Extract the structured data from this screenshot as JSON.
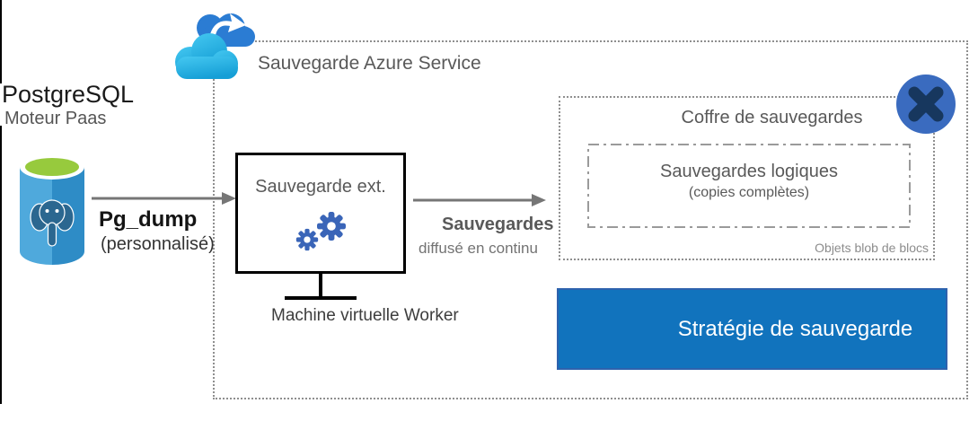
{
  "source": {
    "title": "PostgreSQL",
    "subtitle": "Moteur Paas",
    "icon": "postgresql-database-icon"
  },
  "flow1": {
    "label": "Pg_dump",
    "sublabel": "(personnalisé)"
  },
  "azure_service": {
    "label": "Sauvegarde Azure Service",
    "icon": "azure-backup-cloud-icon"
  },
  "worker": {
    "box_label": "Sauvegarde ext.",
    "caption": "Machine virtuelle Worker",
    "icon": "gears-icon"
  },
  "flow2": {
    "label": "Sauvegardes",
    "sublabel": "diffusé en continu"
  },
  "vault": {
    "title": "Coffre de sauvegardes",
    "inner": {
      "title": "Sauvegardes logiques",
      "subtitle": "(copies complètes)"
    },
    "footnote": "Objets blob de blocs",
    "icon": "vault-badge-icon"
  },
  "policy": {
    "label": "Stratégie de sauvegarde"
  },
  "colors": {
    "azure_blue": "#1173bd",
    "policy_border": "#2e62ad",
    "gear_blue": "#3a65b8",
    "badge_circle_blue": "#3a6bbf",
    "badge_glyph_navy": "#17375e",
    "cloud_dark_blue": "#2b7cd3",
    "cloud_light_blue": "#29b2e6",
    "postgres_cylinder_blue_left": "#4fa9dc",
    "postgres_cylinder_blue_right": "#2e8cc6",
    "postgres_top_green": "#97ca3d",
    "elephant_navy": "#2b6790",
    "border_gray": "#8f8f8f",
    "label_gray": "#595959",
    "arrow_gray": "#767676"
  }
}
